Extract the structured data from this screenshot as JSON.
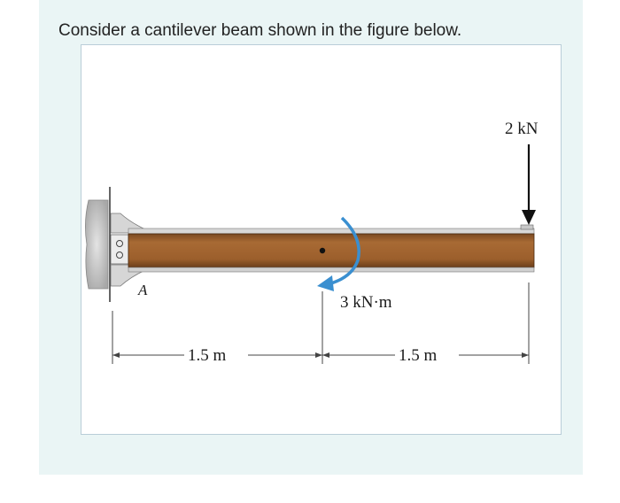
{
  "question": {
    "text": "Consider a cantilever beam shown in the figure below."
  },
  "figure": {
    "support_label": "A",
    "point_load_label": "2 kN",
    "moment_label": "3 kN·m",
    "dimension_left": "1.5 m",
    "dimension_right": "1.5 m",
    "colors": {
      "beam": "#a0622e",
      "beam_dark": "#5a3414",
      "moment_arrow": "#3a8fd0",
      "wall": "#cfcfcf"
    }
  }
}
